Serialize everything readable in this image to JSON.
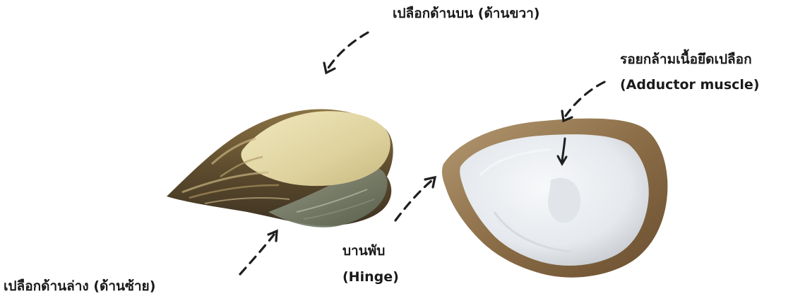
{
  "labels": {
    "upper_shell": "เปลือกด้านบน (ด้านขวา)",
    "adductor_muscle_thai": "รอยกล้ามเนื้อยึดเปลือก",
    "adductor_muscle_en": "(Adductor muscle)",
    "hinge_thai": "บานพับ",
    "hinge_en": "(Hinge)",
    "lower_shell": "เปลือกด้านล่าง (ด้านซ้าย)"
  },
  "colors": {
    "text": "#1a1a1a",
    "arrow": "#1f1f1f",
    "shell_outer": "#6b5a3a",
    "shell_top": "#e6dcae",
    "shell_inner": "#e9ecef",
    "shell_rim": "#8a6c48"
  }
}
